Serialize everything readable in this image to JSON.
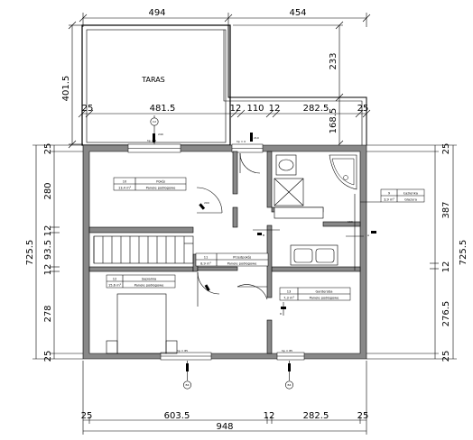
{
  "dimensions": {
    "top_left": "494",
    "top_right": "454",
    "terrace_height": "401.5",
    "right_233": "233",
    "right_168": "168.5",
    "row2": [
      "25",
      "481.5",
      "12",
      "110",
      "12",
      "282.5",
      "25"
    ],
    "left": [
      "25",
      "280",
      "12",
      "93.5",
      "12",
      "278",
      "25",
      "725.5"
    ],
    "right": [
      "25",
      "387",
      "12",
      "276.5",
      "25",
      "725.5"
    ],
    "bottom": [
      "25",
      "603.5",
      "12",
      "282.5",
      "25"
    ],
    "bottom_total": "948"
  },
  "rooms": {
    "terrace": "TARAS",
    "room_10": {
      "num": "10",
      "name": "Pokój",
      "area": "13,4 m²",
      "floor": "Panele podłogowe"
    },
    "room_9": {
      "num": "9",
      "name": "Łazienka",
      "area": "3,9 m²",
      "floor": "Glazura"
    },
    "room_11": {
      "num": "11",
      "name": "Przedpokój",
      "area": "8,9 m²",
      "floor": "Panele podłogowe"
    },
    "room_12": {
      "num": "12",
      "name": "Sypialnia",
      "area": "15,6 m²",
      "floor": "Panele podłogowe"
    },
    "room_13": {
      "num": "13",
      "name": "Garderoba",
      "area": "7,3 m²",
      "floor": "Panele podłogowe"
    }
  },
  "markers": {
    "c2": "C2",
    "a": "A",
    "b": "B",
    "d": "D",
    "b4": "B4",
    "b4b": "B4"
  },
  "openings": {
    "w_top_left": "hp = 0",
    "w_top_mid": "hp = 0",
    "w_bottom_left": "hp = 85",
    "w_bottom_right": "hp = 85",
    "h_240": "240",
    "h_210": "210",
    "h_160": "160",
    "h_200": "200"
  }
}
